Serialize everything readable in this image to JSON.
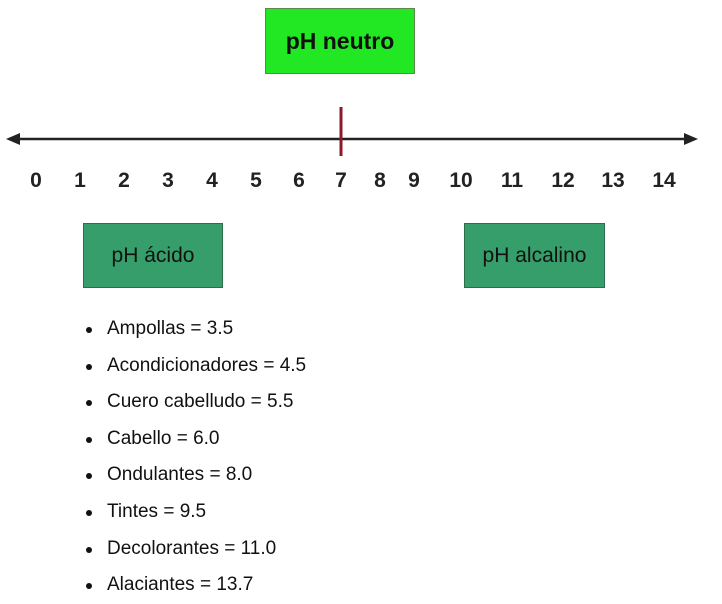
{
  "diagram": {
    "neutral_label": "pH neutro",
    "acid_label": "pH ácido",
    "alkaline_label": "pH alcalino",
    "scale": {
      "min": 0,
      "max": 14,
      "ticks": [
        "0",
        "1",
        "2",
        "3",
        "4",
        "5",
        "6",
        "7",
        "8",
        "9",
        "10",
        "11",
        "12",
        "13",
        "14"
      ],
      "neutral_marker": 7
    },
    "colors": {
      "neutral_box": "#22e824",
      "acid_alkaline_box": "#359e6b",
      "axis": "#222222",
      "marker": "#8b1a2b"
    }
  },
  "products": [
    "Ampollas = 3.5",
    "Acondicionadores = 4.5",
    "Cuero cabelludo = 5.5",
    "Cabello = 6.0",
    "Ondulantes = 8.0",
    "Tintes = 9.5",
    "Decolorantes = 11.0",
    "Alaciantes = 13.7"
  ]
}
